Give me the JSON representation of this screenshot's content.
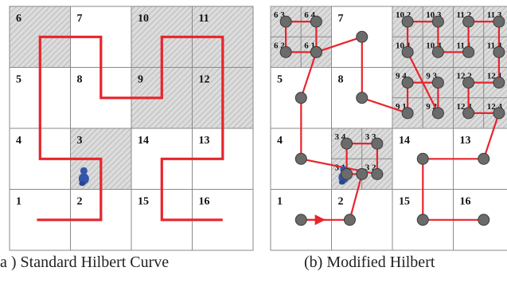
{
  "colors": {
    "curve": "#e8242b",
    "grid": "#8a8a8a",
    "hatch_bg": "#dcdcdc",
    "hatch_line": "#b5b5b5",
    "node_fill": "#6b6b6b",
    "node_stroke": "#3a3a3a",
    "marker": "#3355aa"
  },
  "icons": {
    "person_marker": "person-marker-icon"
  },
  "panel_a": {
    "caption": "a ) Standard Hilbert Curve",
    "cells": [
      {
        "id": "1",
        "label": "1",
        "col": 0,
        "row": 3,
        "shaded": false
      },
      {
        "id": "2",
        "label": "2",
        "col": 1,
        "row": 3,
        "shaded": false
      },
      {
        "id": "15",
        "label": "15",
        "col": 2,
        "row": 3,
        "shaded": false
      },
      {
        "id": "16",
        "label": "16",
        "col": 3,
        "row": 3,
        "shaded": false
      },
      {
        "id": "4",
        "label": "4",
        "col": 0,
        "row": 2,
        "shaded": false
      },
      {
        "id": "3",
        "label": "3",
        "col": 1,
        "row": 2,
        "shaded": true
      },
      {
        "id": "14",
        "label": "14",
        "col": 2,
        "row": 2,
        "shaded": false
      },
      {
        "id": "13",
        "label": "13",
        "col": 3,
        "row": 2,
        "shaded": false
      },
      {
        "id": "5",
        "label": "5",
        "col": 0,
        "row": 1,
        "shaded": false
      },
      {
        "id": "8",
        "label": "8",
        "col": 1,
        "row": 1,
        "shaded": false
      },
      {
        "id": "9",
        "label": "9",
        "col": 2,
        "row": 1,
        "shaded": true
      },
      {
        "id": "12",
        "label": "12",
        "col": 3,
        "row": 1,
        "shaded": true
      },
      {
        "id": "6",
        "label": "6",
        "col": 0,
        "row": 0,
        "shaded": true
      },
      {
        "id": "7",
        "label": "7",
        "col": 1,
        "row": 0,
        "shaded": false
      },
      {
        "id": "10",
        "label": "10",
        "col": 2,
        "row": 0,
        "shaded": true
      },
      {
        "id": "11",
        "label": "11",
        "col": 3,
        "row": 0,
        "shaded": true
      }
    ],
    "curve": [
      [
        0.15,
        3.5
      ],
      [
        0.5,
        3.5
      ],
      [
        1.5,
        3.5
      ],
      [
        1.5,
        2.5
      ],
      [
        1.5,
        1.5
      ],
      [
        1.5,
        0.5
      ],
      [
        0.5,
        0.5
      ],
      [
        0.5,
        1.5
      ],
      [
        0.5,
        2.5
      ],
      [
        0.5,
        3.5
      ],
      [
        0.5,
        3.5
      ]
    ],
    "curve_path": [
      [
        0.45,
        3.5
      ],
      [
        1.5,
        3.5
      ],
      [
        1.5,
        2.5
      ],
      [
        0.5,
        2.5
      ],
      [
        0.5,
        0.5
      ],
      [
        1.5,
        0.5
      ],
      [
        1.5,
        1.5
      ],
      [
        2.5,
        1.5
      ],
      [
        2.5,
        0.5
      ],
      [
        3.5,
        0.5
      ],
      [
        3.5,
        2.5
      ],
      [
        2.5,
        2.5
      ],
      [
        2.5,
        3.5
      ],
      [
        3.5,
        3.5
      ]
    ],
    "marker_cell": [
      1.22,
      2.8
    ]
  },
  "panel_b": {
    "caption": "(b) Modified Hilbert",
    "cells": [
      {
        "id": "1",
        "label": "1",
        "col": 0,
        "row": 3,
        "shaded": false
      },
      {
        "id": "2",
        "label": "2",
        "col": 1,
        "row": 3,
        "shaded": false
      },
      {
        "id": "15",
        "label": "15",
        "col": 2,
        "row": 3,
        "shaded": false
      },
      {
        "id": "16",
        "label": "16",
        "col": 3,
        "row": 3,
        "shaded": false
      },
      {
        "id": "4",
        "label": "4",
        "col": 0,
        "row": 2,
        "shaded": false
      },
      {
        "id": "14",
        "label": "14",
        "col": 2,
        "row": 2,
        "shaded": false
      },
      {
        "id": "13",
        "label": "13",
        "col": 3,
        "row": 2,
        "shaded": false
      },
      {
        "id": "5",
        "label": "5",
        "col": 0,
        "row": 1,
        "shaded": false
      },
      {
        "id": "8",
        "label": "8",
        "col": 1,
        "row": 1,
        "shaded": false
      },
      {
        "id": "7",
        "label": "7",
        "col": 1,
        "row": 0,
        "shaded": false
      }
    ],
    "subcells": [
      {
        "id": "6-3",
        "label": "6 3",
        "col": 0,
        "row": 0,
        "sx": 0,
        "sy": 0
      },
      {
        "id": "6-4",
        "label": "6 4",
        "col": 0,
        "row": 0,
        "sx": 1,
        "sy": 0
      },
      {
        "id": "6-2",
        "label": "6 2",
        "col": 0,
        "row": 0,
        "sx": 0,
        "sy": 1
      },
      {
        "id": "6-1",
        "label": "6 1",
        "col": 0,
        "row": 0,
        "sx": 1,
        "sy": 1
      },
      {
        "id": "10-2",
        "label": "10 2",
        "col": 2,
        "row": 0,
        "sx": 0,
        "sy": 0
      },
      {
        "id": "10-3",
        "label": "10 3",
        "col": 2,
        "row": 0,
        "sx": 1,
        "sy": 0
      },
      {
        "id": "10-1",
        "label": "10 1",
        "col": 2,
        "row": 0,
        "sx": 0,
        "sy": 1
      },
      {
        "id": "10-4",
        "label": "10 4",
        "col": 2,
        "row": 0,
        "sx": 1,
        "sy": 1
      },
      {
        "id": "11-2",
        "label": "11 2",
        "col": 3,
        "row": 0,
        "sx": 0,
        "sy": 0
      },
      {
        "id": "11-3",
        "label": "11 3",
        "col": 3,
        "row": 0,
        "sx": 1,
        "sy": 0
      },
      {
        "id": "11-1",
        "label": "11 1",
        "col": 3,
        "row": 0,
        "sx": 0,
        "sy": 1
      },
      {
        "id": "11-4",
        "label": "11 4",
        "col": 3,
        "row": 0,
        "sx": 1,
        "sy": 1
      },
      {
        "id": "9-4",
        "label": "9 4",
        "col": 2,
        "row": 1,
        "sx": 0,
        "sy": 0
      },
      {
        "id": "9-3",
        "label": "9 3",
        "col": 2,
        "row": 1,
        "sx": 1,
        "sy": 0
      },
      {
        "id": "9-1",
        "label": "9 1",
        "col": 2,
        "row": 1,
        "sx": 0,
        "sy": 1
      },
      {
        "id": "9-2",
        "label": "9 2",
        "col": 2,
        "row": 1,
        "sx": 1,
        "sy": 1
      },
      {
        "id": "12-2",
        "label": "12 2",
        "col": 3,
        "row": 1,
        "sx": 0,
        "sy": 0
      },
      {
        "id": "12-1",
        "label": "12 1",
        "col": 3,
        "row": 1,
        "sx": 1,
        "sy": 0
      },
      {
        "id": "12-3",
        "label": "12 3",
        "col": 3,
        "row": 1,
        "sx": 0,
        "sy": 1
      },
      {
        "id": "12-4",
        "label": "12 4",
        "col": 3,
        "row": 1,
        "sx": 1,
        "sy": 1
      },
      {
        "id": "3-4",
        "label": "3 4",
        "col": 1,
        "row": 2,
        "sx": 0,
        "sy": 0
      },
      {
        "id": "3-3",
        "label": "3 3",
        "col": 1,
        "row": 2,
        "sx": 1,
        "sy": 0
      },
      {
        "id": "3-1",
        "label": "3 1",
        "col": 1,
        "row": 2,
        "sx": 0,
        "sy": 1
      },
      {
        "id": "3-2",
        "label": "3 2",
        "col": 1,
        "row": 2,
        "sx": 1,
        "sy": 1
      }
    ],
    "path": [
      [
        0.5,
        3.5
      ],
      [
        1.3,
        3.5
      ],
      [
        1.5,
        2.75
      ],
      [
        1.25,
        2.75
      ],
      [
        1.25,
        2.25
      ],
      [
        1.75,
        2.25
      ],
      [
        1.75,
        2.75
      ],
      [
        0.5,
        2.5
      ],
      [
        0.5,
        1.5
      ],
      [
        0.75,
        0.75
      ],
      [
        0.75,
        0.25
      ],
      [
        0.25,
        0.25
      ],
      [
        0.25,
        0.75
      ],
      [
        0.75,
        0.75
      ],
      [
        1.5,
        0.5
      ],
      [
        1.5,
        1.5
      ],
      [
        2.25,
        1.75
      ],
      [
        2.25,
        1.25
      ],
      [
        2.75,
        1.25
      ],
      [
        2.75,
        1.75
      ],
      [
        2.25,
        0.75
      ],
      [
        2.25,
        0.25
      ],
      [
        2.75,
        0.25
      ],
      [
        2.75,
        0.75
      ],
      [
        3.25,
        0.75
      ],
      [
        3.25,
        0.25
      ],
      [
        3.75,
        0.25
      ],
      [
        3.75,
        0.75
      ],
      [
        3.75,
        1.25
      ],
      [
        3.25,
        1.25
      ],
      [
        3.25,
        1.75
      ],
      [
        3.75,
        1.75
      ],
      [
        3.5,
        2.5
      ],
      [
        2.5,
        2.5
      ],
      [
        2.5,
        3.5
      ],
      [
        3.5,
        3.5
      ]
    ],
    "arrow_from": [
      0.5,
      3.5
    ],
    "arrow_to": [
      0.9,
      3.5
    ],
    "marker_cell": [
      1.2,
      2.78
    ]
  }
}
